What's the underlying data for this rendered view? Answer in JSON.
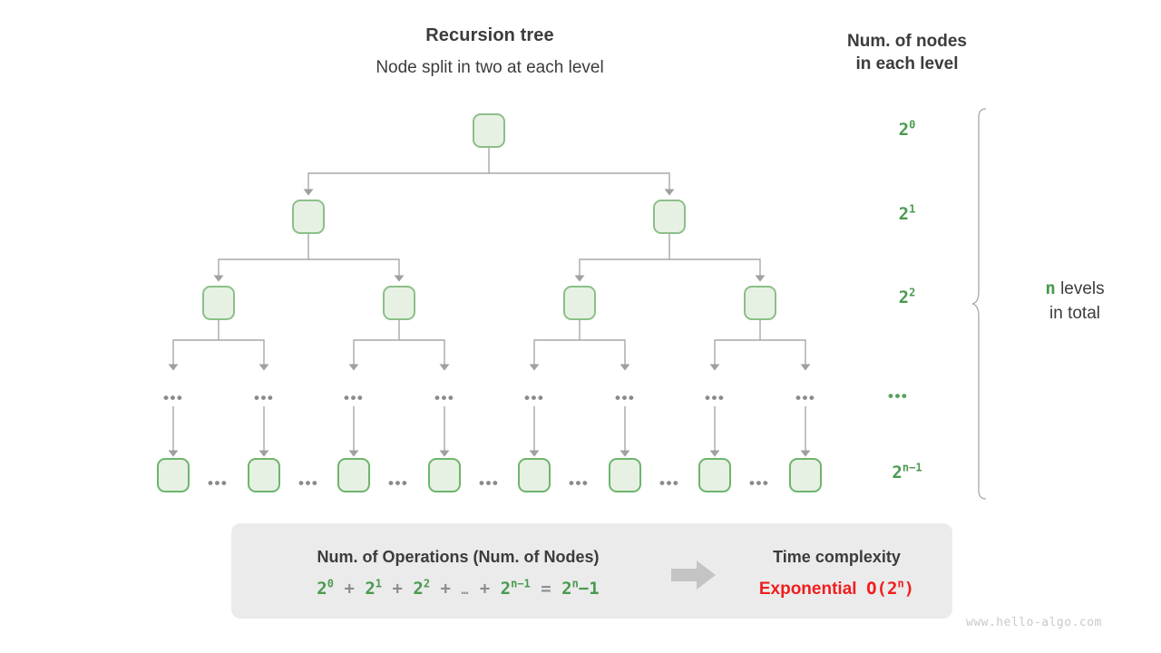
{
  "titles": {
    "main": "Recursion tree",
    "sub": "Node split in two at each level",
    "right_line1": "Num. of nodes",
    "right_line2": "in each level"
  },
  "levels": [
    {
      "id": "level-0",
      "count_base": "2",
      "count_exp": "0",
      "nodes": 1
    },
    {
      "id": "level-1",
      "count_base": "2",
      "count_exp": "1",
      "nodes": 2
    },
    {
      "id": "level-2",
      "count_base": "2",
      "count_exp": "2",
      "nodes": 4
    },
    {
      "id": "level-ellipsis",
      "count_base": "…",
      "count_exp": "",
      "nodes": 8
    },
    {
      "id": "level-n-1",
      "count_base": "2",
      "count_exp": "n−1",
      "nodes": 8
    }
  ],
  "level_labels": {
    "l0": "2",
    "l0_exp": "0",
    "l1": "2",
    "l1_exp": "1",
    "l2": "2",
    "l2_exp": "2",
    "l3_dots": "•••",
    "l4": "2",
    "l4_exp": "n−1"
  },
  "brace": {
    "n_symbol": "n",
    "label_line1": "levels",
    "label_line2": "in total"
  },
  "ellipsis": {
    "row_dots": "•••",
    "between_dots": "•••"
  },
  "summary": {
    "left_title": "Num. of Operations (Num. of Nodes)",
    "formula": {
      "t0": "2",
      "t0_exp": "0",
      "plus1": "+",
      "t1": "2",
      "t1_exp": "1",
      "plus2": "+",
      "t2": "2",
      "t2_exp": "2",
      "plus3": "+",
      "dots": "…",
      "plus4": "+",
      "t3": "2",
      "t3_exp": "n−1",
      "equals": "=",
      "result": "2",
      "result_exp": "n",
      "result_tail": "−1"
    },
    "right_title": "Time complexity",
    "right_value": "Exponential",
    "right_big_o_open": "O(2",
    "right_big_o_exp": "n",
    "right_big_o_close": ")",
    "arrow_icon": "right-arrow-icon"
  },
  "watermark": "www.hello-algo.com",
  "colors": {
    "green_text": "#4b9a4f",
    "node_fill": "#e6f1e4",
    "node_border": "#8cbf88",
    "leaf_border": "#6eb56c",
    "line_gray": "#a8a8a8",
    "panel_bg": "#ebebeb",
    "red": "#f01e1e",
    "text_dark": "#3c3c3c"
  }
}
